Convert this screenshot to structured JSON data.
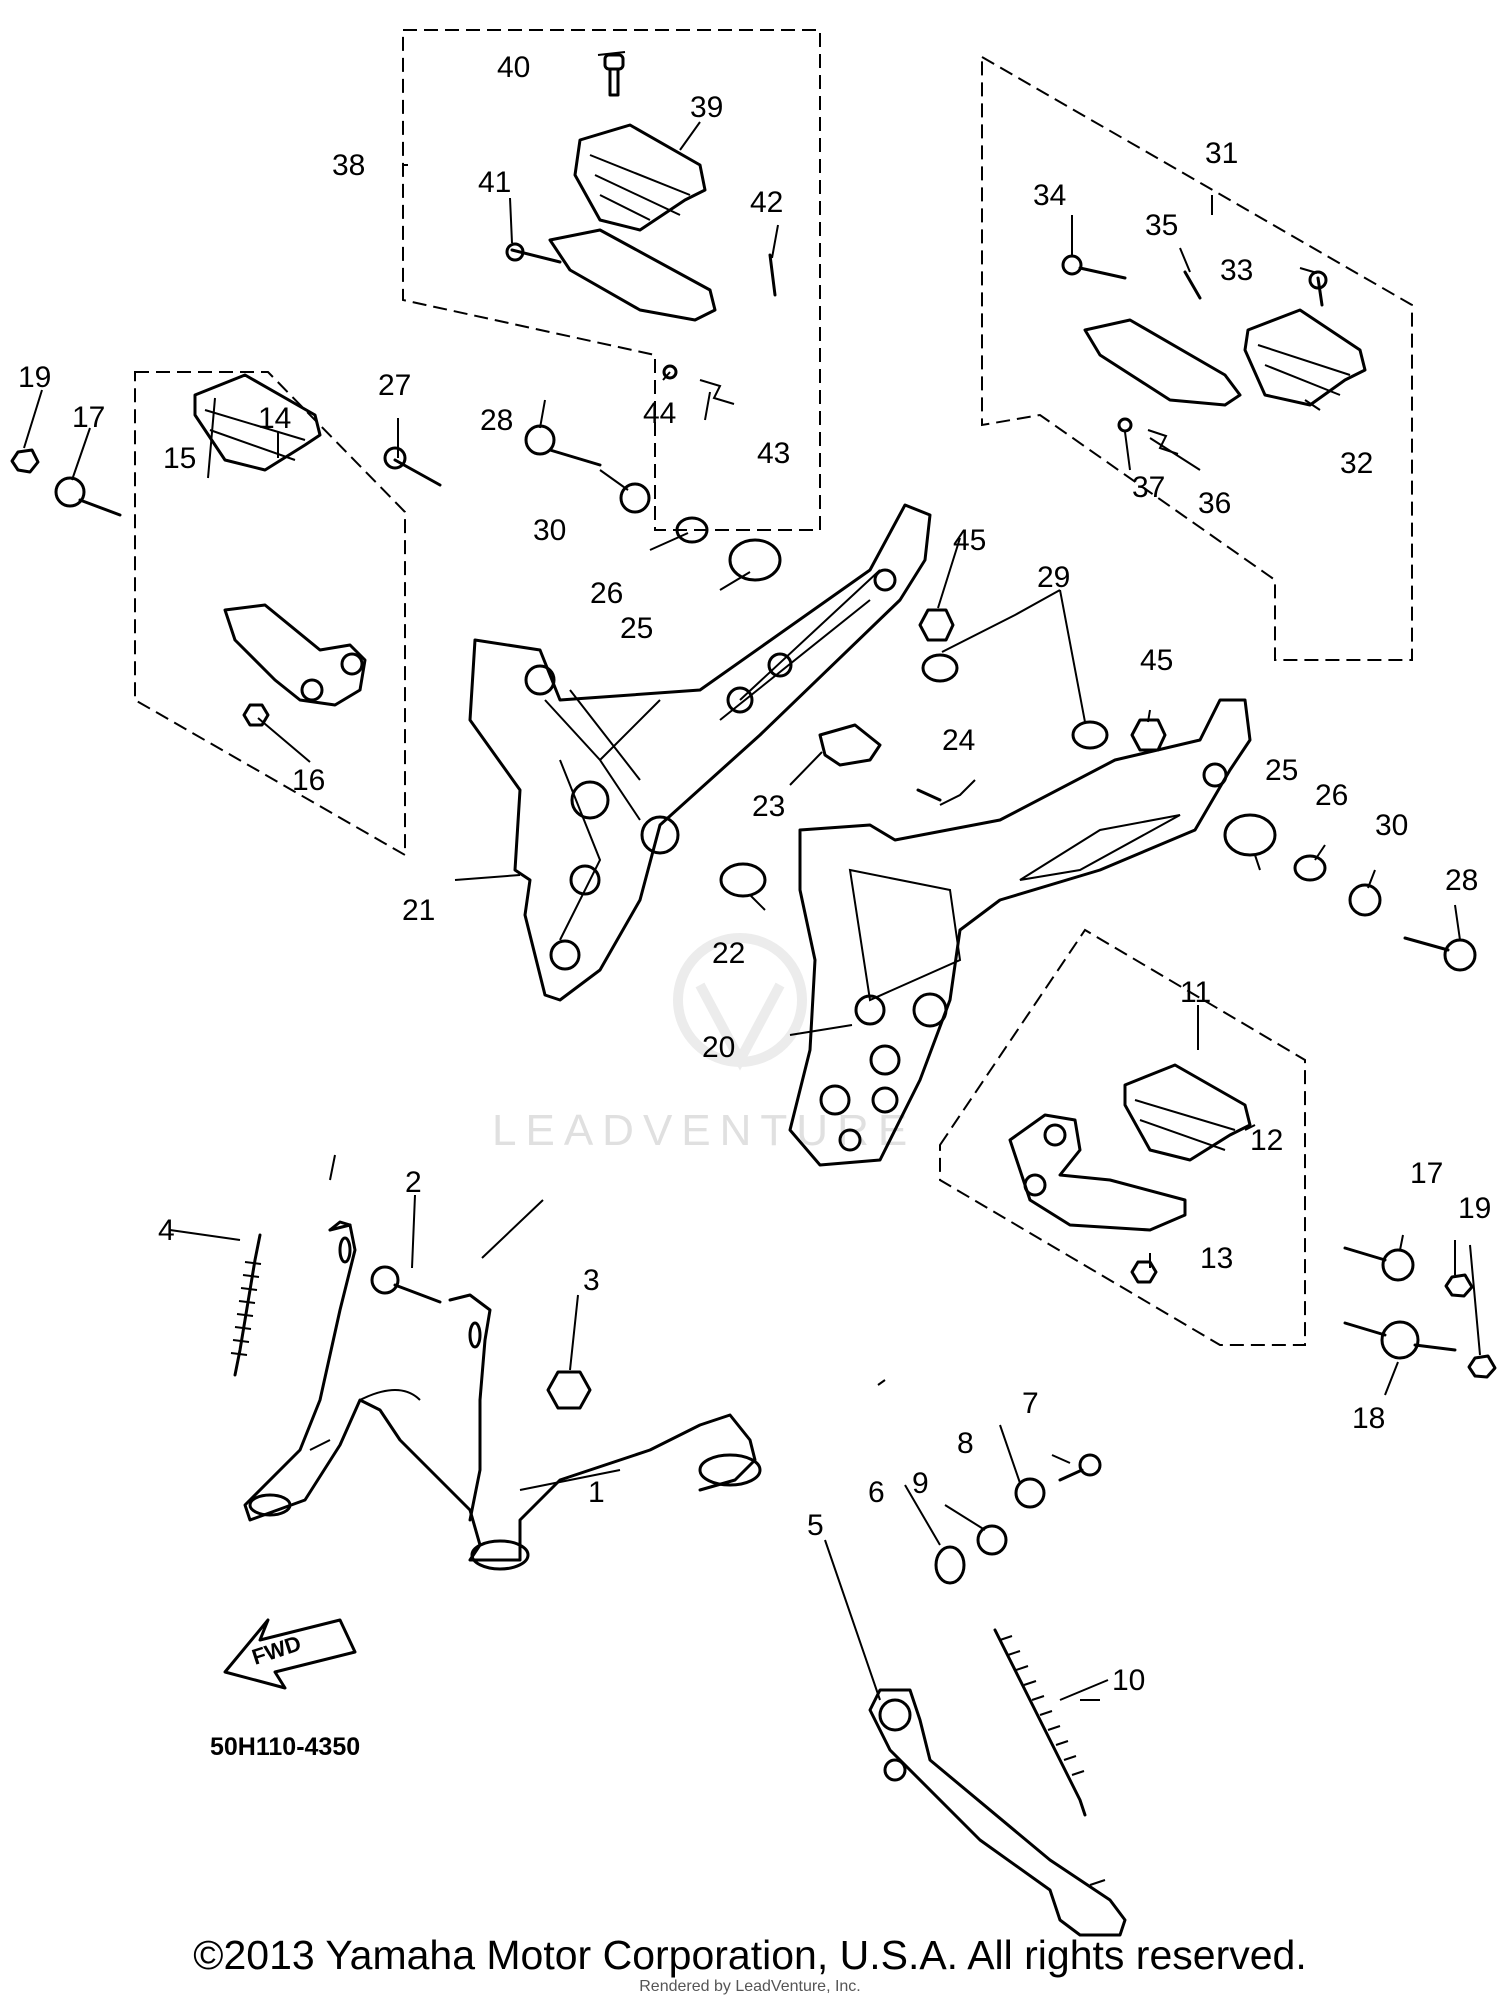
{
  "diagram": {
    "callouts": [
      "1",
      "2",
      "3",
      "4",
      "5",
      "6",
      "7",
      "8",
      "9",
      "10",
      "11",
      "12",
      "13",
      "14",
      "15",
      "16",
      "17",
      "17",
      "18",
      "19",
      "19",
      "20",
      "21",
      "22",
      "23",
      "24",
      "25",
      "25",
      "26",
      "26",
      "27",
      "28",
      "28",
      "29",
      "30",
      "30",
      "31",
      "32",
      "33",
      "34",
      "35",
      "36",
      "37",
      "38",
      "39",
      "40",
      "41",
      "42",
      "43",
      "44",
      "45",
      "45"
    ],
    "fwd_label": "FWD",
    "part_code": "50H110-4350",
    "watermark": "LEADVENTURE"
  },
  "footer": {
    "copyright": "©2013 Yamaha Motor Corporation, U.S.A. All rights reserved.",
    "rendered_by": "Rendered by LeadVenture, Inc."
  }
}
